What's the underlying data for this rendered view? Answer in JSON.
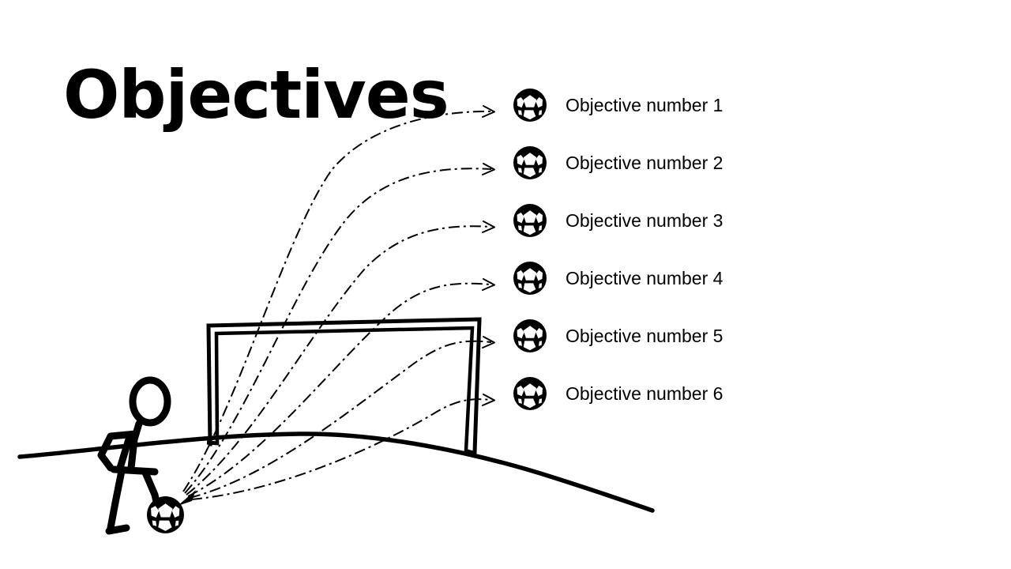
{
  "slide": {
    "title": "Objectives",
    "background_color": "#ffffff",
    "ink_color": "#000000",
    "style": "hand-drawn sketch / whiteboard doodle"
  },
  "illustration": {
    "name": "stick-figure-kicking-ball-into-goal",
    "elements": [
      "ground-line",
      "soccer-goal",
      "stick-figure",
      "kicked-soccer-ball",
      "six-trajectory-arrows"
    ],
    "trajectory_count": 6,
    "arrow_style": "dash-dot curved line with open arrowhead"
  },
  "objectives": {
    "bullet_icon": "soccer-ball-icon",
    "items": [
      {
        "label": "Objective number 1"
      },
      {
        "label": "Objective number 2"
      },
      {
        "label": "Objective number 3"
      },
      {
        "label": "Objective number 4"
      },
      {
        "label": "Objective number 5"
      },
      {
        "label": "Objective number 6"
      }
    ]
  }
}
